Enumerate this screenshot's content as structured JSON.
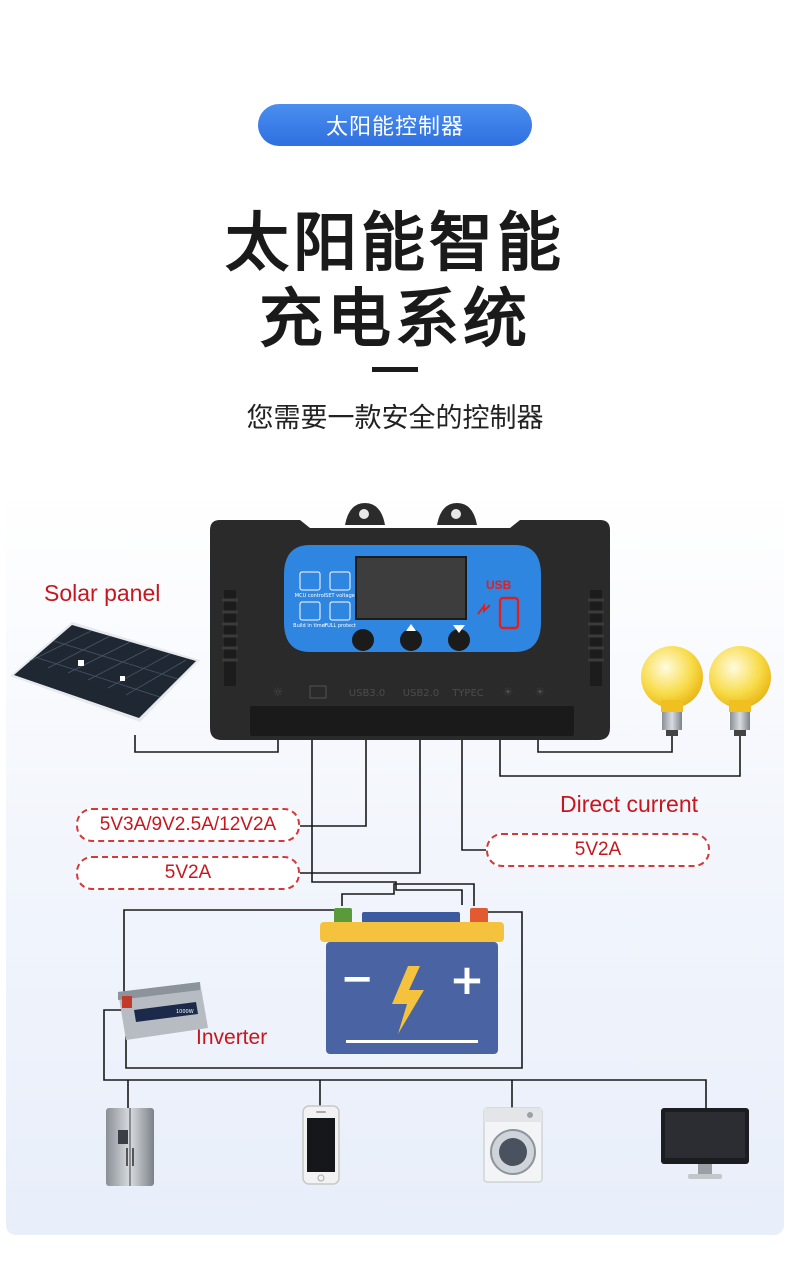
{
  "header": {
    "pill_label": "太阳能控制器",
    "title_line1": "太阳能智能",
    "title_line2": "充电系统",
    "subtitle": "您需要一款安全的控制器"
  },
  "diagram": {
    "solar_label": "Solar panel",
    "dc_label": "Direct current",
    "inverter_label": "Inverter",
    "spec_usb_fast": "5V3A/9V2.5A/12V2A",
    "spec_usb": "5V2A",
    "spec_typec": "5V2A",
    "controller": {
      "usb_badge": "USB",
      "button_icons": [
        "MCU control",
        "SET voltage",
        "Build in timer",
        "FULL protect"
      ],
      "button_texts": [
        "MCU control",
        "SET voltage",
        "Build in timer",
        "FULL protect"
      ],
      "port_labels": [
        "USB3.0",
        "USB2.0",
        "TYPEC"
      ]
    },
    "battery": {
      "minus": "−",
      "plus": "+"
    },
    "inverter_screen": "1000W",
    "appliances": [
      "refrigerator-icon",
      "smartphone-icon",
      "washing-machine-icon",
      "monitor-icon"
    ]
  },
  "colors": {
    "accent_blue": "#2f6fe0",
    "label_red": "#c8161e",
    "battery_blue": "#4a63a3",
    "battery_yellow": "#f4c23c"
  }
}
